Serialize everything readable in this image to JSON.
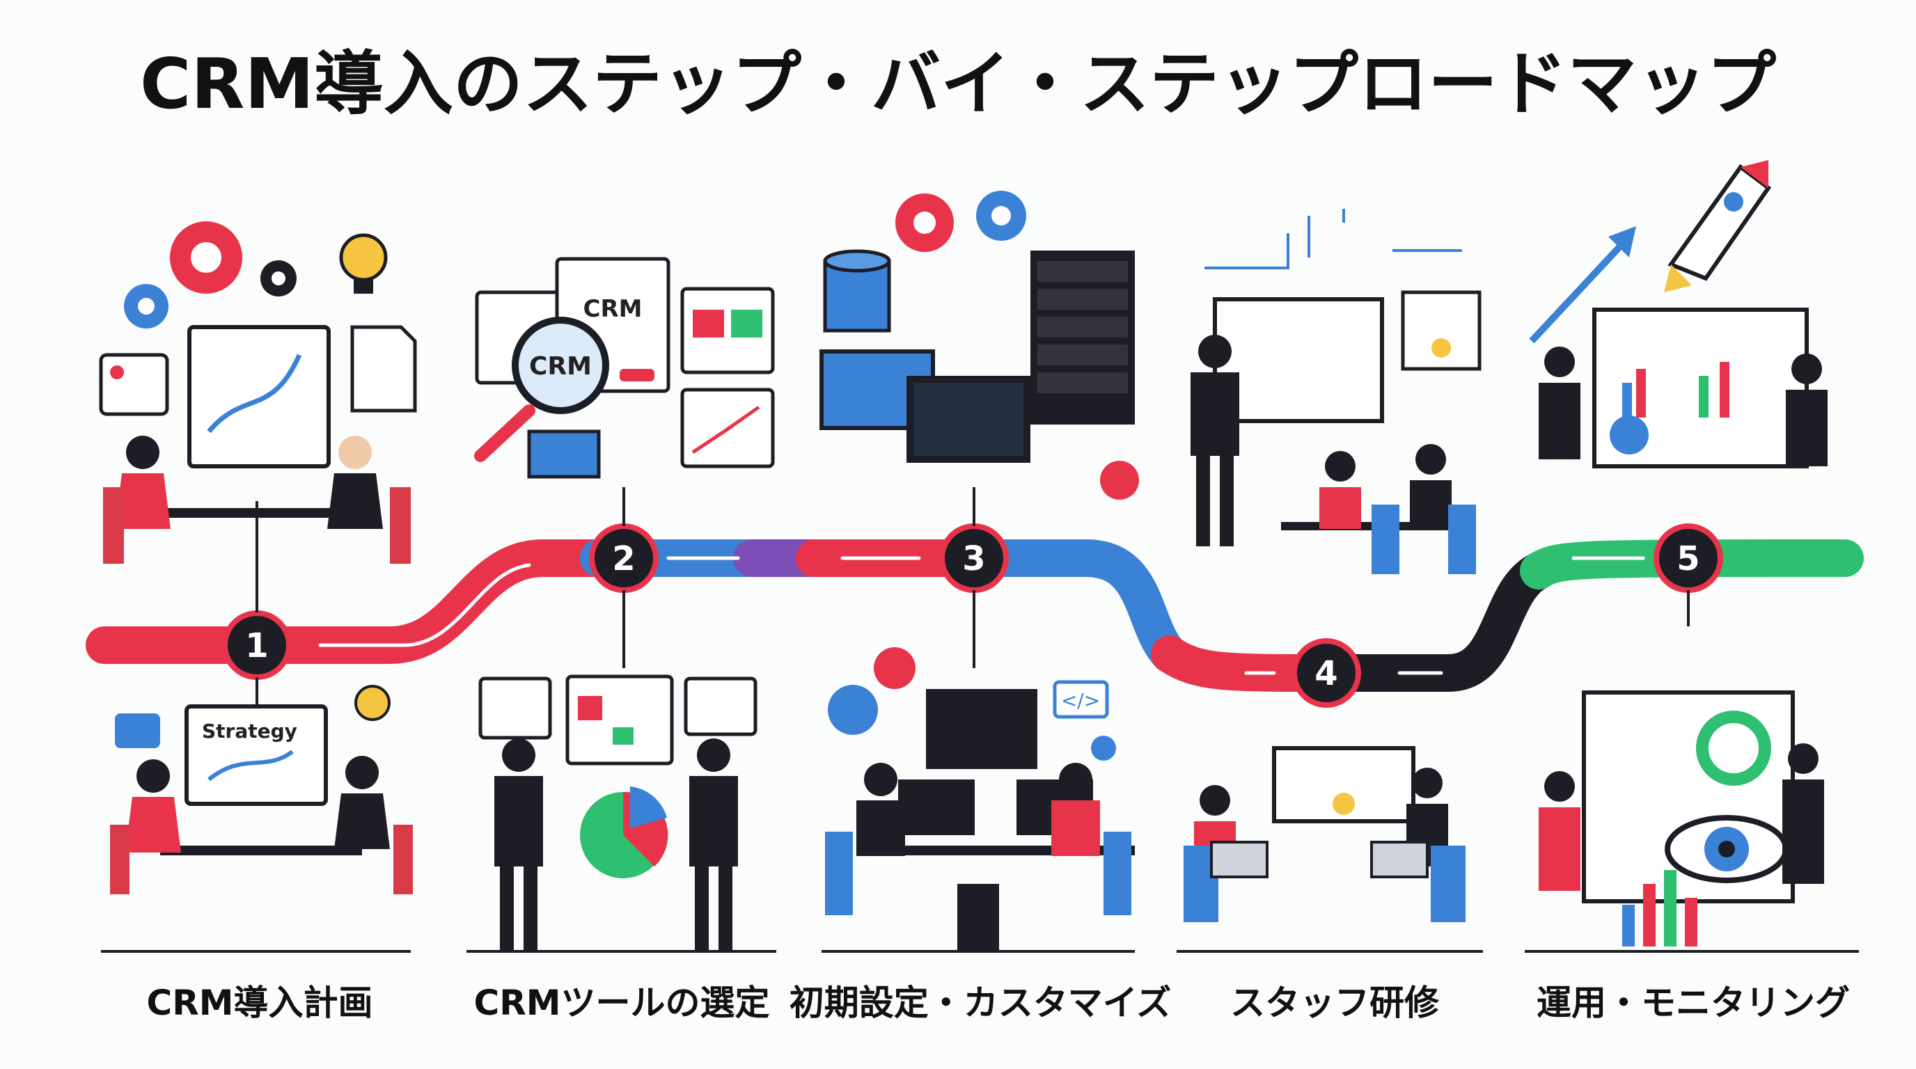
{
  "title": "CRM導入のステップ・バイ・ステップロードマップ",
  "colors": {
    "red": "#e8344a",
    "blue": "#3b82d6",
    "green": "#2fbf71",
    "purple": "#7d4db8",
    "dark": "#1d1d25",
    "yellow": "#f5c542"
  },
  "steps": [
    {
      "number": "1",
      "label": "CRM導入計画",
      "board_text": "Strategy",
      "icon": "strategy-board-icon"
    },
    {
      "number": "2",
      "label": "CRMツールの選定",
      "board_text": "CRM",
      "magnifier_text": "CRM",
      "icon": "magnifier-icon"
    },
    {
      "number": "3",
      "label": "初期設定・カスタマイズ",
      "code_tag": "</>",
      "icon": "server-icon"
    },
    {
      "number": "4",
      "label": "スタッフ研修",
      "icon": "certificate-icon"
    },
    {
      "number": "5",
      "label": "運用・モニタリング",
      "icon": "rocket-icon"
    }
  ]
}
